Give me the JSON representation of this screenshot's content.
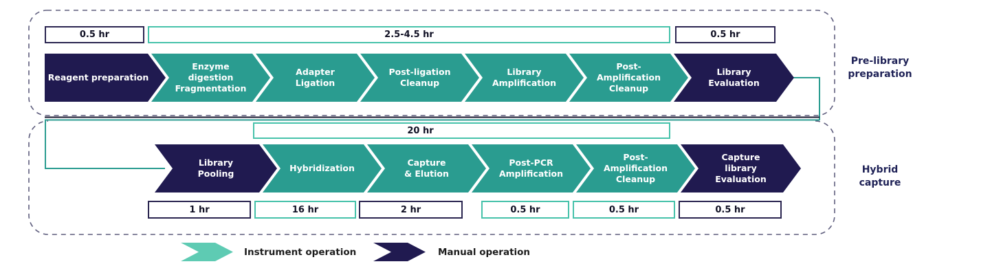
{
  "palette": {
    "instrument_teal": "#2a9c90",
    "manual_navy": "#201a50",
    "legend_mint": "#5ecbb3",
    "teal_box_border": "#46c2aa",
    "navy_box_border": "#2a2550",
    "dashed_frame": "#5e5d7d",
    "connector_teal": "#2a9c90",
    "connector_dark": "#18172f"
  },
  "pre_library": {
    "section_label": "Pre-library\npreparation",
    "durations": [
      {
        "label": "0.5 hr",
        "style": "navy"
      },
      {
        "label": "2.5-4.5 hr",
        "style": "teal"
      },
      {
        "label": "0.5 hr",
        "style": "navy"
      }
    ],
    "steps": [
      {
        "label": "Reagent preparation",
        "operation": "manual"
      },
      {
        "label": "Enzyme\ndigestion\nFragmentation",
        "operation": "instrument"
      },
      {
        "label": "Adapter\nLigation",
        "operation": "instrument"
      },
      {
        "label": "Post-ligation\nCleanup",
        "operation": "instrument"
      },
      {
        "label": "Library\nAmplification",
        "operation": "instrument"
      },
      {
        "label": "Post-\nAmplification\nCleanup",
        "operation": "instrument"
      },
      {
        "label": "Library\nEvaluation",
        "operation": "manual"
      }
    ]
  },
  "hybrid_capture": {
    "section_label": "Hybrid\ncapture",
    "duration_top": {
      "label": "20 hr",
      "style": "teal"
    },
    "steps": [
      {
        "label": "Library\nPooling",
        "operation": "manual"
      },
      {
        "label": "Hybridization",
        "operation": "instrument"
      },
      {
        "label": "Capture\n& Elution",
        "operation": "instrument"
      },
      {
        "label": "Post-PCR\nAmplification",
        "operation": "instrument"
      },
      {
        "label": "Post-\nAmplification\nCleanup",
        "operation": "instrument"
      },
      {
        "label": "Capture\nlibrary\nEvaluation",
        "operation": "manual"
      }
    ],
    "durations": [
      {
        "label": "1 hr",
        "style": "navy"
      },
      {
        "label": "16 hr",
        "style": "teal"
      },
      {
        "label": "2 hr",
        "style": "navy"
      },
      {
        "label": "0.5 hr",
        "style": "teal"
      },
      {
        "label": "0.5 hr",
        "style": "teal"
      },
      {
        "label": "0.5 hr",
        "style": "navy"
      }
    ]
  },
  "legend": {
    "items": [
      {
        "label": "Instrument operation",
        "color": "#5ecbb3"
      },
      {
        "label": "Manual operation",
        "color": "#201a50"
      }
    ]
  }
}
